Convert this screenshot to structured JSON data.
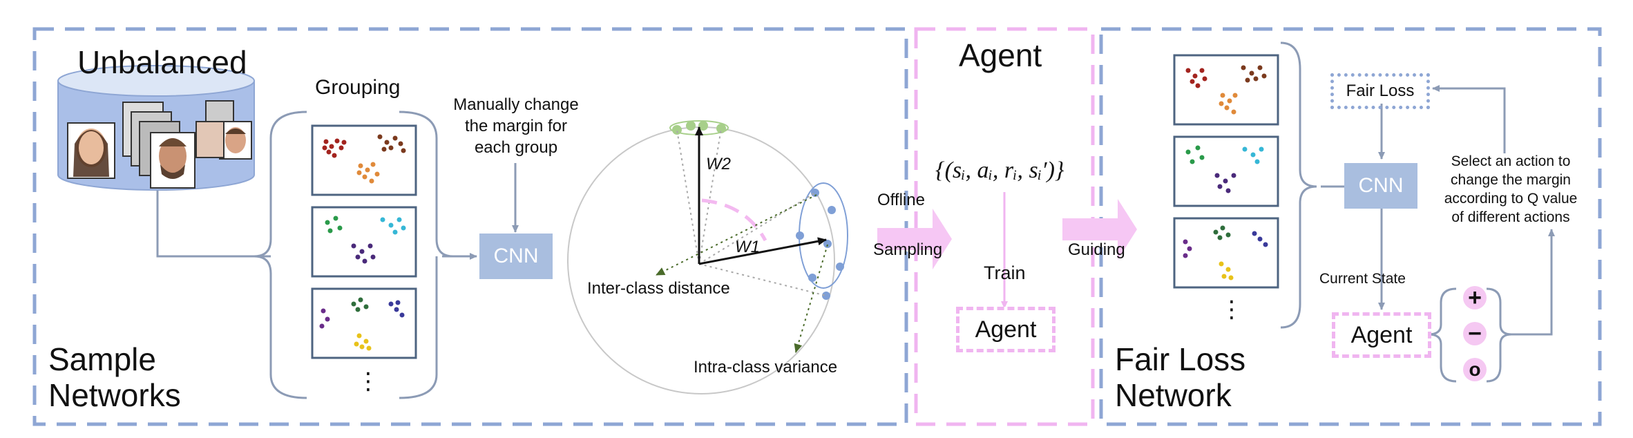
{
  "sections": {
    "sample_title": "Sample\nNetworks",
    "agent_title": "Agent",
    "fair_title": "Fair Loss\nNetwork"
  },
  "left": {
    "db_title": "Unbalanced",
    "grouping": "Grouping",
    "manual": "Manually change\nthe margin for\neach group",
    "cnn": "CNN",
    "dots": "⋮"
  },
  "sphere": {
    "w1": "W1",
    "w2": "W2",
    "inter": "Inter-class distance",
    "intra": "Intra-class variance"
  },
  "arrows": {
    "offline": "Offline",
    "sampling": "Sampling",
    "guiding": "Guiding"
  },
  "agent_panel": {
    "tuple": "{(sᵢ, aᵢ, rᵢ, sᵢ′)}",
    "train": "Train",
    "agent": "Agent"
  },
  "right": {
    "fair_loss": "Fair Loss",
    "cnn": "CNN",
    "select": "Select an action to\nchange the margin\naccording to Q value\nof different actions",
    "current_state": "Current State",
    "agent": "Agent",
    "actions": [
      "+",
      "−",
      "o"
    ],
    "dots": "⋮"
  },
  "colors": {
    "dashed_blue": "#8ea6d4",
    "dashed_pink": "#f0b5f0",
    "cnn_fill": "#a9bedf",
    "connector": "#8c9bb5",
    "arrow_pink": "#f6c7f4"
  }
}
